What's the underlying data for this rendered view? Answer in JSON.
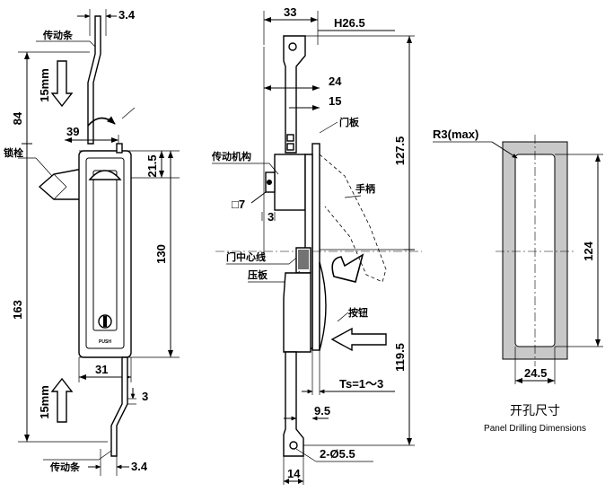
{
  "left_view": {
    "dims": {
      "top_rod_width": "3.4",
      "stroke_top": "15mm",
      "height_upper": "84",
      "handle_depth": "39",
      "head_offset": "21.5",
      "body_height": "130",
      "overall_height": "163",
      "body_width": "31",
      "rod_thickness": "3",
      "stroke_bottom": "15mm",
      "bottom_rod_width": "3.4"
    },
    "labels": {
      "drive_bar_top": "传动条",
      "latch_bolt": "锁栓",
      "drive_bar_bottom": "传动条",
      "push_mark": "PUSH"
    }
  },
  "side_view": {
    "dims": {
      "overall_width": "33",
      "head_width": "H26.5",
      "width_24": "24",
      "width_15": "15",
      "upper_length": "127.5",
      "square_shaft": "□7",
      "shaft_offset": "3",
      "lower_length": "119.5",
      "panel_thickness": "Ts=1～3",
      "bar_offset": "9.5",
      "hole_spec": "2-Ø5.5",
      "bar_width": "14"
    },
    "labels": {
      "door_panel": "门板",
      "mechanism": "传动机构",
      "handle": "手柄",
      "door_centerline": "门中心线",
      "pressure_plate": "压板",
      "button": "按钮"
    }
  },
  "cutout": {
    "dims": {
      "corner_radius": "R3(max)",
      "height": "124",
      "width": "24.5"
    },
    "title_cn": "开孔尺寸",
    "title_en": "Panel Drilling Dimensions"
  }
}
